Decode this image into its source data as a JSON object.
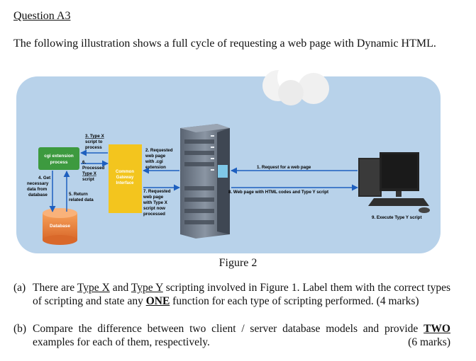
{
  "heading": "Question A3",
  "intro": "The following illustration shows a full cycle of requesting a web page with Dynamic HTML.",
  "figure": {
    "caption": "Figure 2",
    "colors": {
      "panel": "#b8d2ea",
      "cgi_box": "#3d9a3f",
      "gateway_box": "#f3c51e",
      "database": "#f08a3c",
      "arrow": "#1e5fbf"
    },
    "cgi_box": [
      "cgi extension",
      "process"
    ],
    "gateway_box": [
      "Common",
      "Gateway",
      "Interface"
    ],
    "database_label": "Database",
    "label_3": [
      "3. Type X",
      "script to",
      "process"
    ],
    "label_6": [
      "6.",
      "Processed",
      "Type X",
      "script"
    ],
    "label_4": [
      "4. Get",
      "necessary",
      "data from",
      "database"
    ],
    "label_5": [
      "5. Return",
      "related data"
    ],
    "label_2": [
      "2. Requested",
      "web page",
      "with .cgi",
      "extension"
    ],
    "label_7": [
      "7. Requested",
      "web page",
      "with Type X",
      "script now",
      "processed"
    ],
    "label_1": "1. Request for a web page",
    "label_8": "8. Web page with HTML codes and Type Y script",
    "label_9": "9. Execute Type Y script"
  },
  "questions": {
    "a": {
      "label": "(a)",
      "t1": "There are ",
      "u1": "Type X",
      "t2": " and ",
      "u2": "Type Y",
      "t3": " scripting involved in Figure 1.  Label them with the correct types of scripting and state any ",
      "b1": "ONE",
      "t4": " function for each type of scripting performed.  (4 marks)"
    },
    "b": {
      "label": "(b)",
      "t1": "Compare the difference between two client / server database models and provide ",
      "b1": "TWO",
      "t2": " examples for each of them, respectively.",
      "marks": "(6 marks)"
    }
  }
}
